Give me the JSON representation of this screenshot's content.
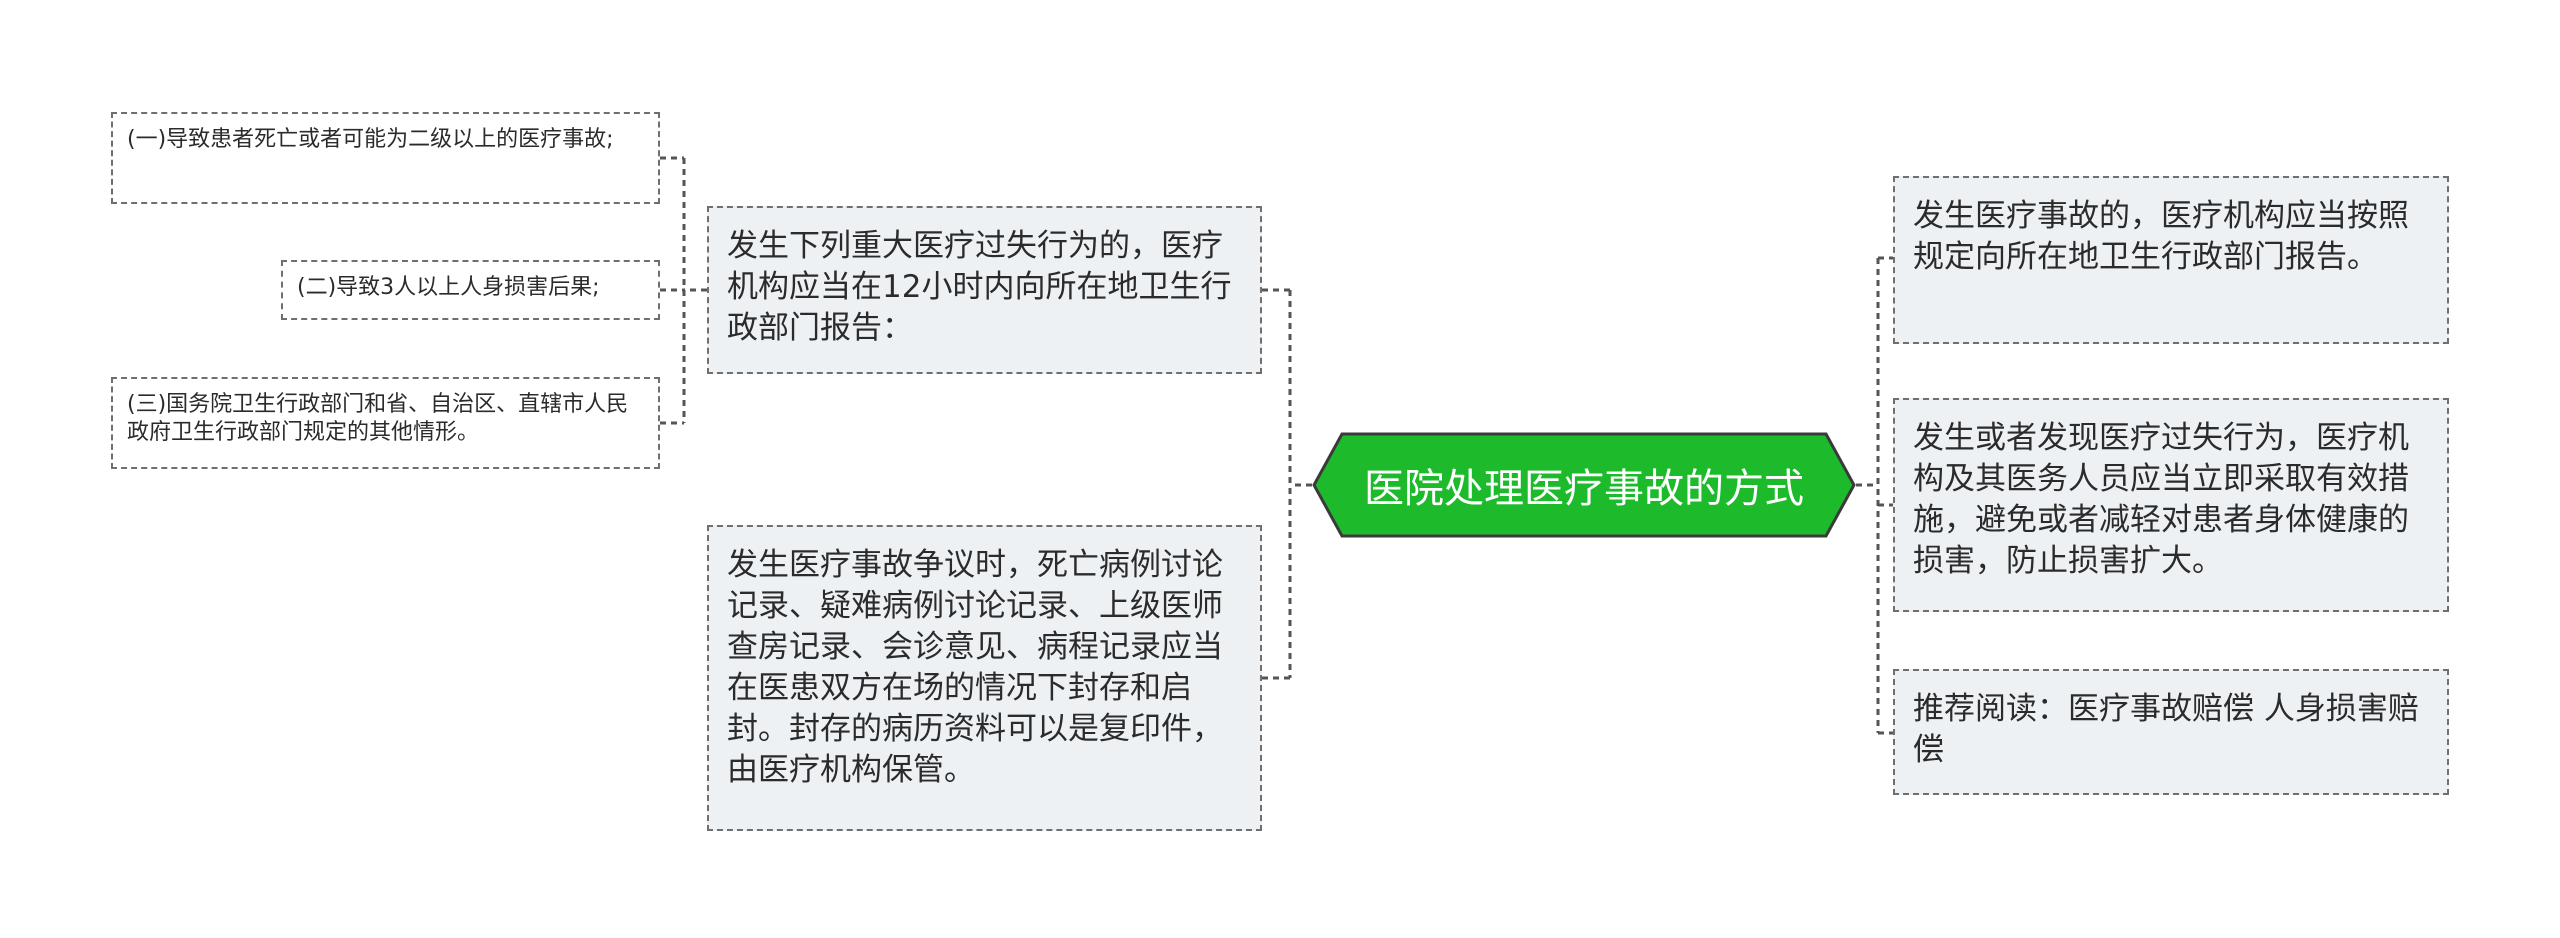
{
  "center": {
    "label": "医院处理医疗事故的方式",
    "color": "#1dbb2c"
  },
  "left": [
    {
      "text": "发生下列重大医疗过失行为的，医疗机构应当在12小时内向所在地卫生行政部门报告：",
      "children": [
        "(一)导致患者死亡或者可能为二级以上的医疗事故;",
        "(二)导致3人以上人身损害后果;",
        "(三)国务院卫生行政部门和省、自治区、直辖市人民政府卫生行政部门规定的其他情形。"
      ]
    },
    {
      "text": "发生医疗事故争议时，死亡病例讨论记录、疑难病例讨论记录、上级医师查房记录、会诊意见、病程记录应当在医患双方在场的情况下封存和启封。封存的病历资料可以是复印件，由医疗机构保管。",
      "children": []
    }
  ],
  "right": [
    "发生医疗事故的，医疗机构应当按照规定向所在地卫生行政部门报告。",
    "发生或者发现医疗过失行为，医疗机构及其医务人员应当立即采取有效措施，避免或者减轻对患者身体健康的损害，防止损害扩大。",
    "推荐阅读：医疗事故赔偿        人身损害赔偿"
  ]
}
